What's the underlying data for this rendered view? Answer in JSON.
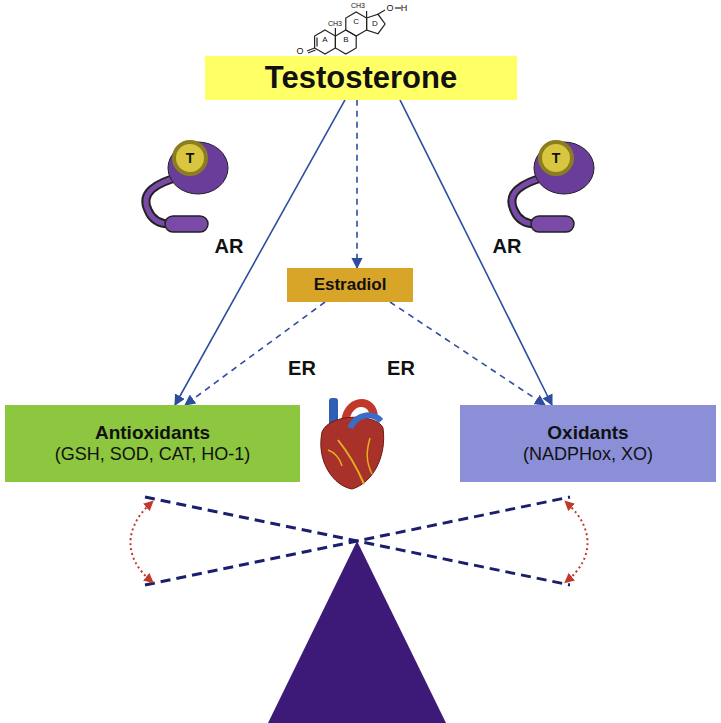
{
  "diagram": {
    "nodes": [
      {
        "text": [
          "Testosterone"
        ]
      },
      {
        "text": [
          "Estradiol"
        ]
      },
      {
        "text": [
          "Antioxidants",
          "(GSH, SOD, CAT, HO-1)"
        ]
      },
      {
        "text": [
          "Oxidants",
          "(NADPHox, XO)"
        ]
      }
    ],
    "edges": [
      {
        "from": 0,
        "to": 2,
        "arrow": "to"
      },
      {
        "from": 0,
        "to": 1,
        "arrow": "to"
      },
      {
        "from": 1,
        "to": 2,
        "arrow": "to"
      },
      {
        "from": 1,
        "to": 3,
        "arrow": "to"
      },
      {
        "from": 0,
        "to": 3,
        "arrow": "to"
      }
    ],
    "labels": [
      "O",
      "A",
      "B",
      "CH3",
      "CH3",
      "C",
      "D",
      "O",
      "H",
      "T",
      "AR",
      "T",
      "AR",
      "ER",
      "ER"
    ]
  }
}
